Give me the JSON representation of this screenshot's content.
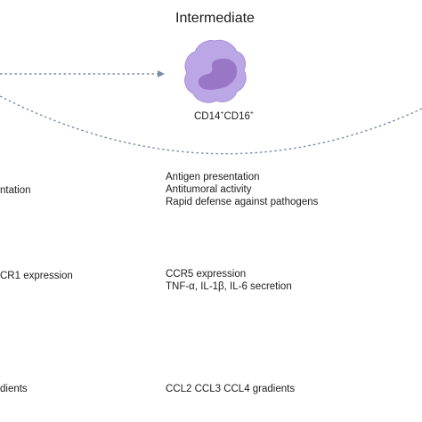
{
  "header": {
    "title": "Intermediate"
  },
  "cell": {
    "marker_parts": [
      {
        "base": "CD14",
        "sup": "+"
      },
      {
        "base": "CD16",
        "sup": "+"
      }
    ]
  },
  "colors": {
    "arrow": "#7a8ca8",
    "cell_outer": "#b7a2e2",
    "cell_nucleus": "#9b78c9"
  },
  "left_column": {
    "row1": "ntation",
    "row2": "CR1 expression",
    "row3": "dients"
  },
  "right_column": {
    "functions": [
      "Antigen presentation",
      "Antitumoral activity",
      "Rapid defense against pathogens"
    ],
    "receptors": [
      "CCR5 expression",
      "TNF-α, IL-1β, IL-6 secretion"
    ],
    "gradients": [
      "CCL2 CCL3 CCL4 gradients"
    ]
  }
}
